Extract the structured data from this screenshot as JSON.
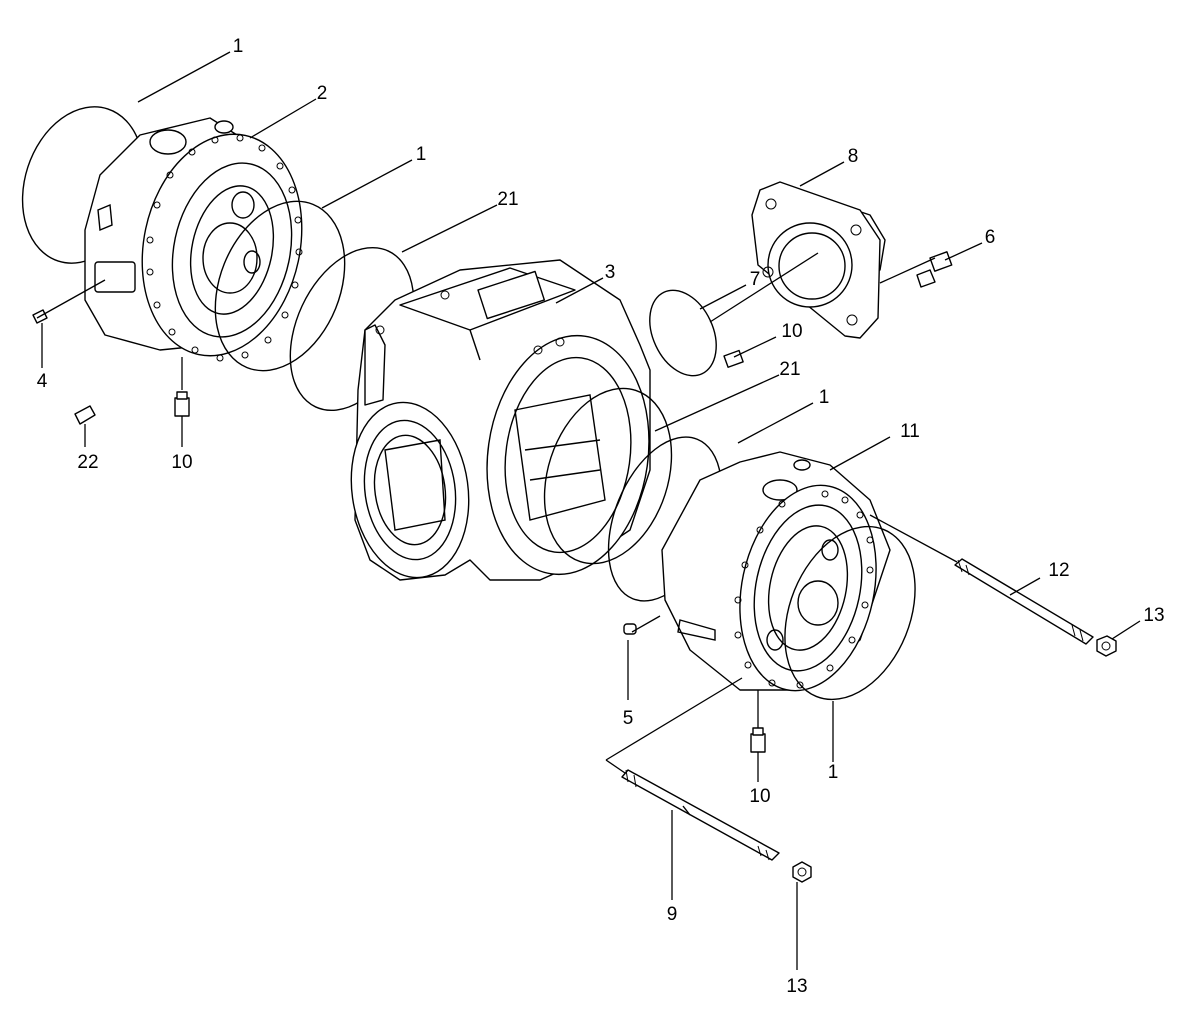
{
  "callouts": [
    {
      "id": "c1a",
      "text": "1"
    },
    {
      "id": "c2",
      "text": "2"
    },
    {
      "id": "c1b",
      "text": "1"
    },
    {
      "id": "c21a",
      "text": "21"
    },
    {
      "id": "c3",
      "text": "3"
    },
    {
      "id": "c8",
      "text": "8"
    },
    {
      "id": "c6",
      "text": "6"
    },
    {
      "id": "c7",
      "text": "7"
    },
    {
      "id": "c10a",
      "text": "10"
    },
    {
      "id": "c21b",
      "text": "21"
    },
    {
      "id": "c1c",
      "text": "1"
    },
    {
      "id": "c11",
      "text": "11"
    },
    {
      "id": "c4",
      "text": "4"
    },
    {
      "id": "c10b",
      "text": "10"
    },
    {
      "id": "c22",
      "text": "22"
    },
    {
      "id": "c12",
      "text": "12"
    },
    {
      "id": "c13a",
      "text": "13"
    },
    {
      "id": "c5",
      "text": "5"
    },
    {
      "id": "c1d",
      "text": "1"
    },
    {
      "id": "c10c",
      "text": "10"
    },
    {
      "id": "c9",
      "text": "9"
    },
    {
      "id": "c13b",
      "text": "13"
    }
  ]
}
